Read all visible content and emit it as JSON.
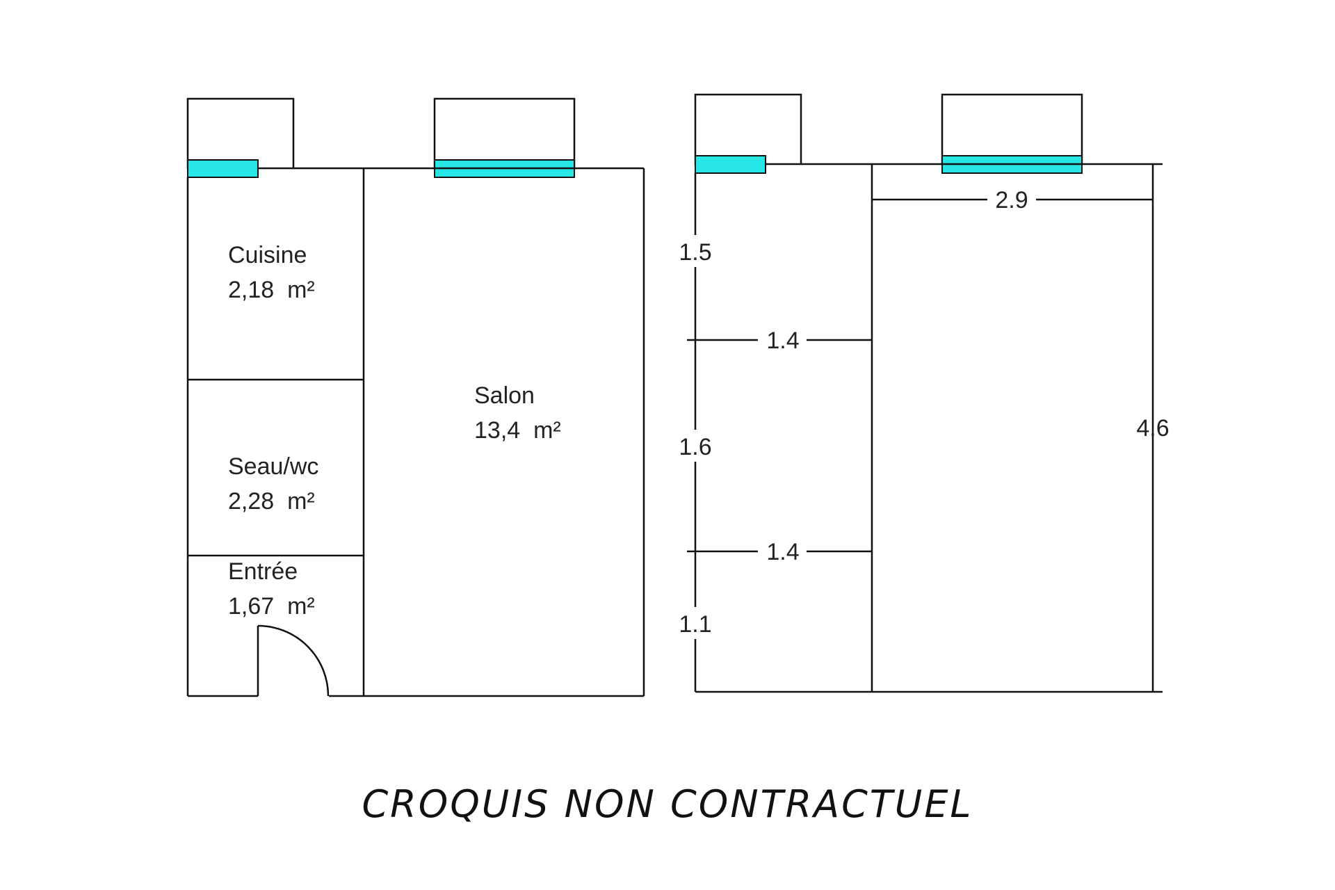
{
  "colors": {
    "window": "#26e6e6",
    "line": "#111111",
    "background": "#ffffff"
  },
  "rooms": [
    {
      "name": "Cuisine",
      "area": "2,18  m²"
    },
    {
      "name": "Seau/wc",
      "area": "2,28  m²"
    },
    {
      "name": "Entrée",
      "area": "1,67  m²"
    },
    {
      "name": "Salon",
      "area": "13,4  m²"
    }
  ],
  "dimensions": {
    "top_width": "2.9",
    "right_height": "4.6",
    "left_segments": [
      "1.5",
      "1.6",
      "1.1"
    ],
    "inner_widths": [
      "1.4",
      "1.4"
    ]
  },
  "footer": "CROQUIS NON CONTRACTUEL"
}
